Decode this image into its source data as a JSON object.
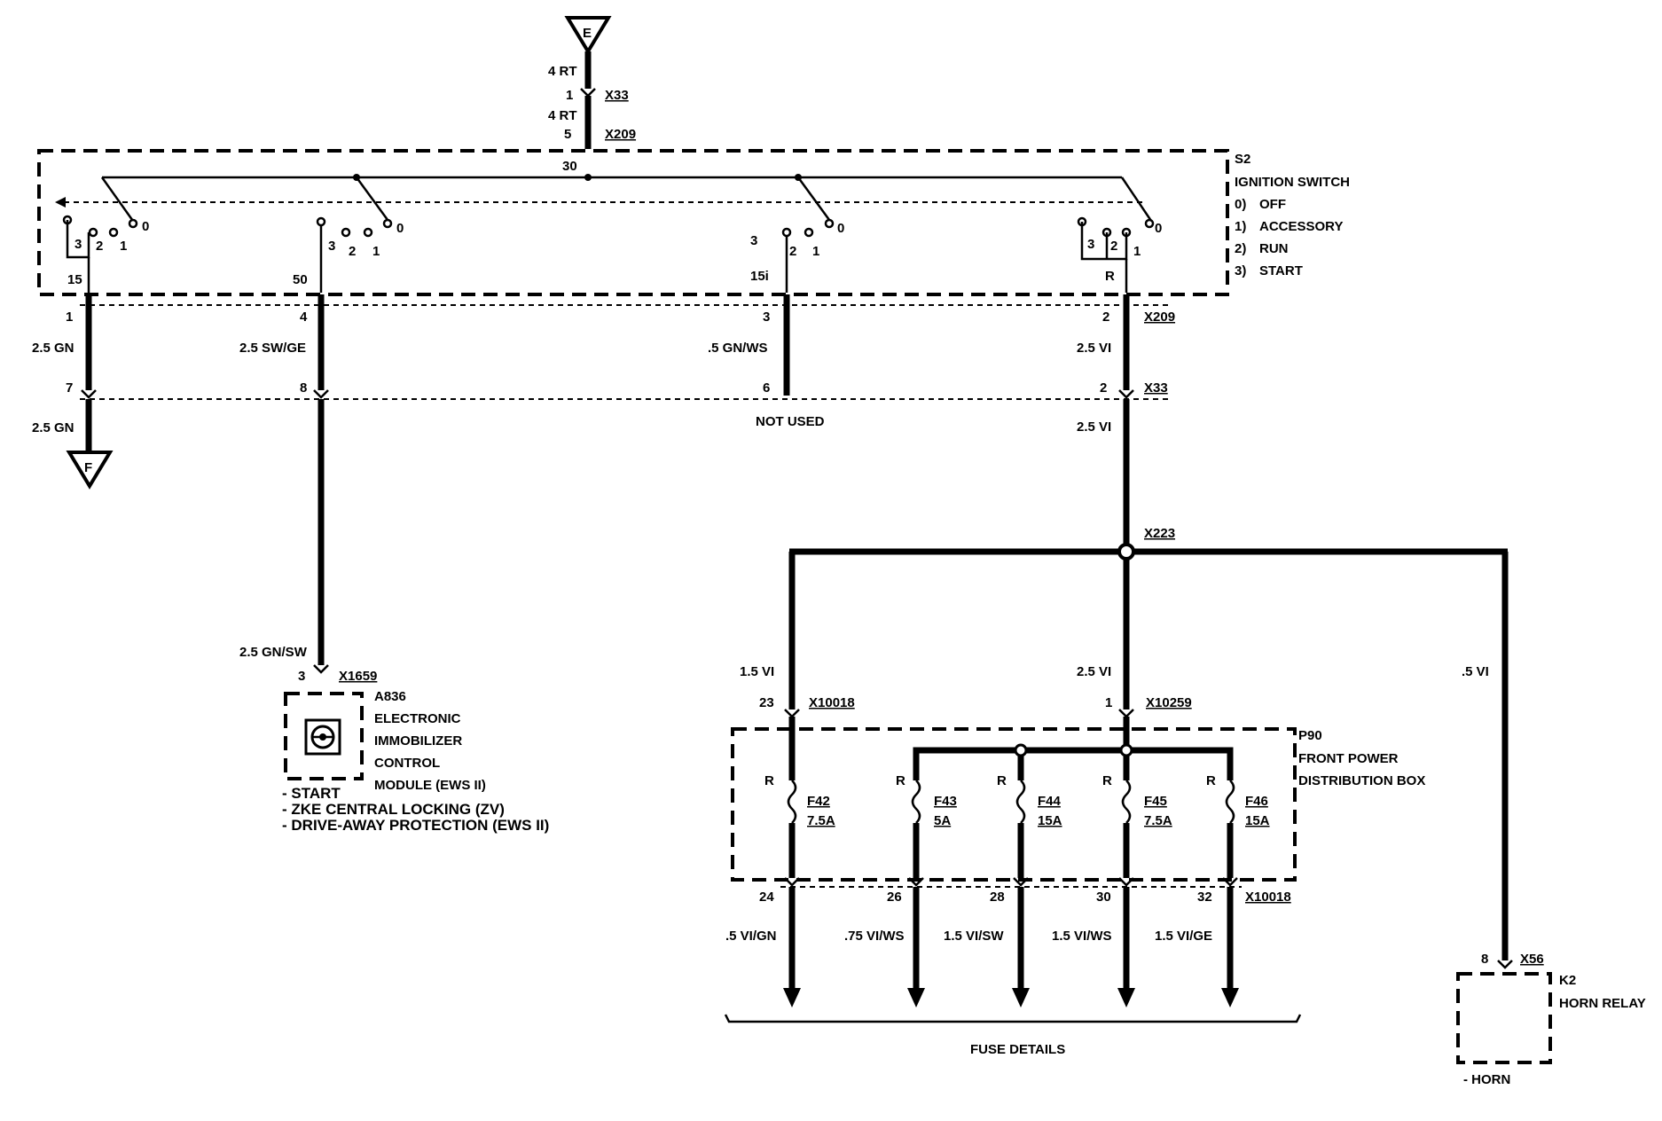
{
  "top_connector": {
    "letter": "E",
    "wire1": "4 RT",
    "pin1": "1",
    "name1": "X33",
    "wire2": "4 RT",
    "pin2": "5",
    "name2": "X209"
  },
  "switch": {
    "id": "S2",
    "title": "IGNITION SWITCH",
    "pin30": "30",
    "positions": [
      {
        "code": "0)",
        "label": "OFF"
      },
      {
        "code": "1)",
        "label": "ACCESSORY"
      },
      {
        "code": "2)",
        "label": "RUN"
      },
      {
        "code": "3)",
        "label": "START"
      }
    ],
    "contact_labels": {
      "zero": "0",
      "one": "1",
      "two": "2",
      "three": "3"
    },
    "terminals": [
      "15",
      "50",
      "15i",
      "R"
    ]
  },
  "harness": {
    "x209": "X209",
    "x33": "X33",
    "wires": [
      {
        "pin_a": "1",
        "color": "2.5 GN",
        "pin_b": "7"
      },
      {
        "pin_a": "4",
        "color": "2.5 SW/GE",
        "pin_b": "8"
      },
      {
        "pin_a": "3",
        "color": ".5 GN/WS",
        "pin_b": "6"
      },
      {
        "pin_a": "2",
        "color": "2.5 VI",
        "pin_b": "2"
      }
    ],
    "not_used": "NOT USED",
    "below_x33_left": "2.5 GN",
    "below_x33_right": "2.5 VI",
    "ground_letter": "F"
  },
  "immobilizer": {
    "wire": "2.5 GN/SW",
    "pin": "3",
    "connector": "X1659",
    "id": "A836",
    "lines": [
      "ELECTRONIC",
      "IMMOBILIZER",
      "CONTROL",
      "MODULE (EWS II)"
    ],
    "functions": [
      "- START",
      "- ZKE CENTRAL LOCKING (ZV)",
      "- DRIVE-AWAY PROTECTION (EWS II)"
    ]
  },
  "splice": "X223",
  "distribution": {
    "left_wire": "1.5 VI",
    "left_pin": "23",
    "left_conn": "X10018",
    "mid_wire": "2.5 VI",
    "mid_pin": "1",
    "mid_conn": "X10259",
    "right_wire": ".5 VI",
    "id": "P90",
    "lines": [
      "FRONT POWER",
      "DISTRIBUTION BOX"
    ],
    "r_label": "R",
    "fuses": [
      {
        "name": "F42",
        "rating": "7.5A",
        "pin": "24",
        "wire": ".5 VI/GN"
      },
      {
        "name": "F43",
        "rating": "5A",
        "pin": "26",
        "wire": ".75 VI/WS"
      },
      {
        "name": "F44",
        "rating": "15A",
        "pin": "28",
        "wire": "1.5 VI/SW"
      },
      {
        "name": "F45",
        "rating": "7.5A",
        "pin": "30",
        "wire": "1.5 VI/WS"
      },
      {
        "name": "F46",
        "rating": "15A",
        "pin": "32",
        "wire": "1.5 VI/GE"
      }
    ],
    "bottom_conn": "X10018",
    "fuse_details": "FUSE DETAILS"
  },
  "horn": {
    "pin": "8",
    "connector": "X56",
    "id": "K2",
    "title": "HORN RELAY",
    "function": "- HORN"
  }
}
